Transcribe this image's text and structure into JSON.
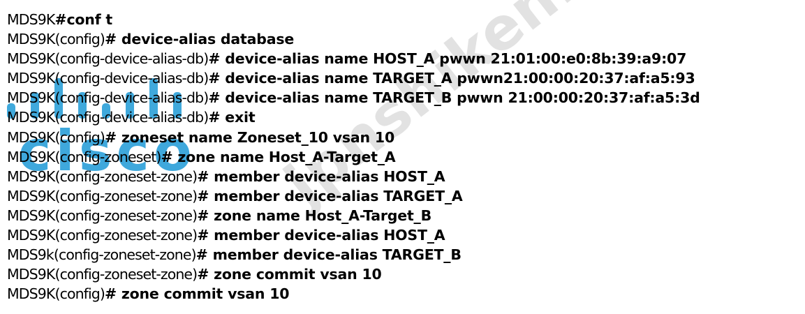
{
  "watermarks": {
    "logo_text": "cisco",
    "site_text": "jpnshiken.com"
  },
  "lines": [
    {
      "prompt": "MDS9K",
      "command": "#conf t"
    },
    {
      "prompt": "MDS9K(config)",
      "command": "# device-alias database"
    },
    {
      "prompt": "MDS9K(config-device-alias-db)",
      "command": "# device-alias name HOST_A pwwn 21:01:00:e0:8b:39:a9:07"
    },
    {
      "prompt": "MDS9K(config-device-alias-db)",
      "command": "# device-alias name TARGET_A pwwn21:00:00:20:37:af:a5:93"
    },
    {
      "prompt": "MDS9K(config-device-alias-db)",
      "command": "# device-alias name TARGET_B pwwn 21:00:00:20:37:af:a5:3d"
    },
    {
      "prompt": "MDS9K(config-device-alias-db)",
      "command": "# exit"
    },
    {
      "prompt": "MDS9K(config)",
      "command": "# zoneset name Zoneset_10 vsan 10"
    },
    {
      "prompt": "MDS9K(config-zoneset)",
      "command": "# zone name Host_A-Target_A"
    },
    {
      "prompt": "MDS9K(config-zoneset-zone)",
      "command": "# member device-alias HOST_A"
    },
    {
      "prompt": "MDS9K(config-zoneset-zone)",
      "command": "# member device-alias TARGET_A"
    },
    {
      "prompt": "MDS9K(config-zoneset-zone)",
      "command": "# zone name Host_A-Target_B"
    },
    {
      "prompt": "MDS9K(config-zoneset-zone)",
      "command": "# member device-alias HOST_A"
    },
    {
      "prompt": "MDS9k(config-zoneset-zone)",
      "command": "# member device-alias TARGET_B"
    },
    {
      "prompt": "MDS9K(config-zoneset-zone)",
      "command": "# zone commit vsan 10"
    },
    {
      "prompt": "MDS9K(config)",
      "command": "# zone commit vsan 10"
    }
  ]
}
